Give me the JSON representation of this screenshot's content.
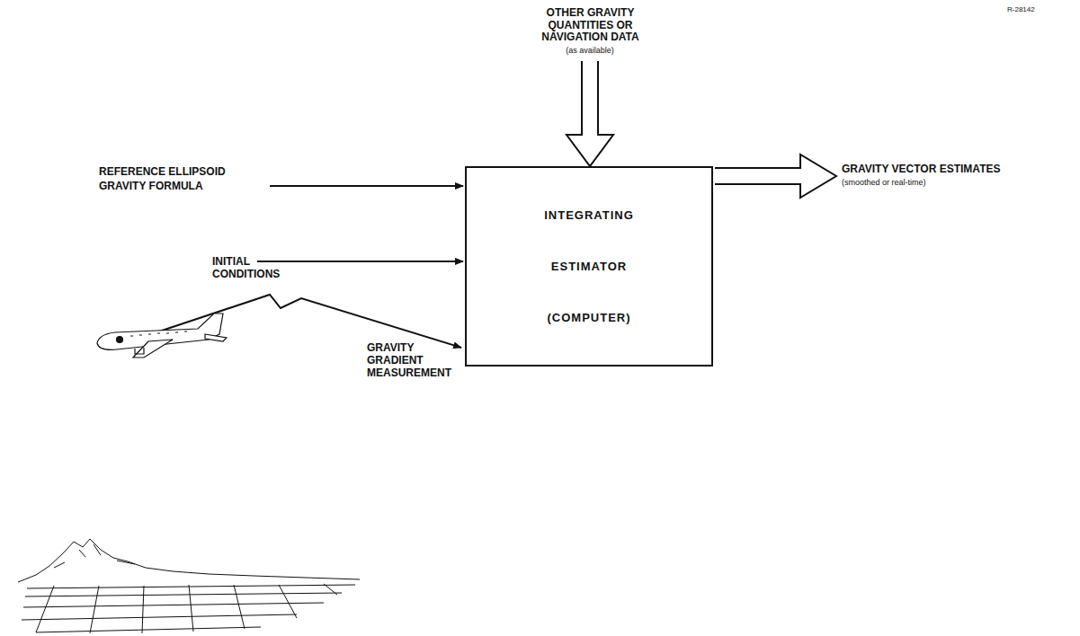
{
  "diagram": {
    "nodes": [
      {
        "text": [
          "INTEGRATING ESTIMATOR (COMPUTER)"
        ]
      }
    ],
    "labels": [
      "OTHER GRAVITY QUANTITIES OR NAVIGATION DATA",
      "(as available)",
      "R-28142",
      "REFERENCE ELLIPSOID GRAVITY FORMULA",
      "INITIAL CONDITIONS",
      "GRAVITY GRADIENT MEASUREMENT",
      "GRAVITY VECTOR ESTIMATES",
      "(smoothed or real-time)"
    ]
  }
}
